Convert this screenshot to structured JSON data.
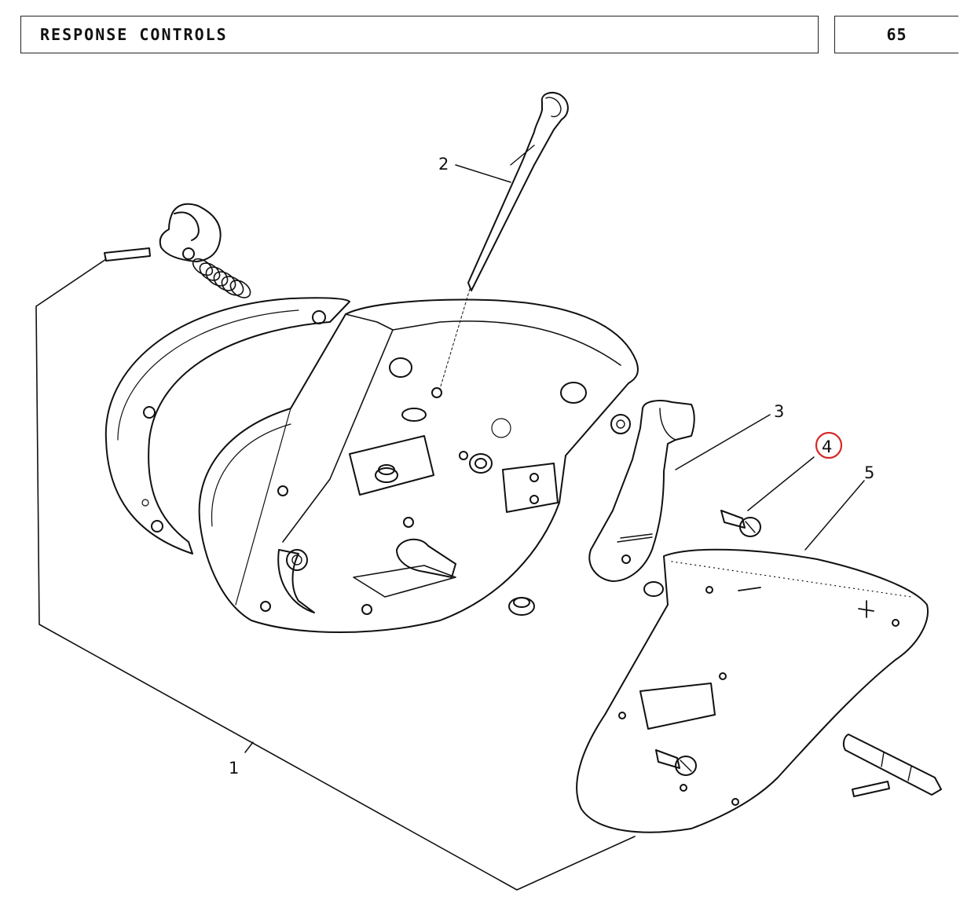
{
  "header": {
    "title": "RESPONSE  CONTROLS",
    "page_number": "65"
  },
  "callouts": [
    {
      "id": "1",
      "label": "1"
    },
    {
      "id": "2",
      "label": "2"
    },
    {
      "id": "3",
      "label": "3"
    },
    {
      "id": "4",
      "label": "4",
      "highlighted": true
    },
    {
      "id": "5",
      "label": "5"
    }
  ],
  "highlight_color": "#d62828"
}
